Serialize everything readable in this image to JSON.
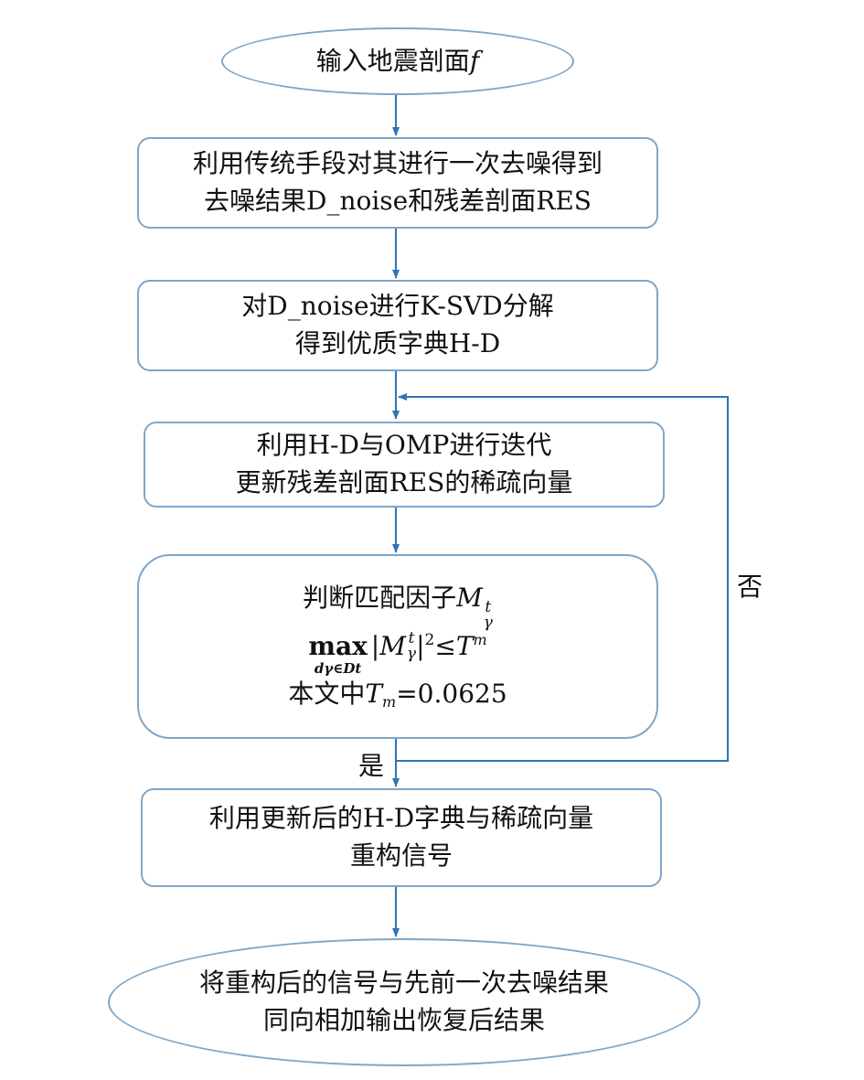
{
  "nodes": {
    "start": {
      "lines": [
        "输入地震剖面"
      ],
      "var": "f"
    },
    "step1": {
      "lines": [
        "利用传统手段对其进行一次去噪得到",
        "去噪结果D_noise和残差剖面RES"
      ]
    },
    "step2": {
      "lines": [
        "对D_noise进行K-SVD分解",
        "得到优质字典H-D"
      ]
    },
    "step3": {
      "lines": [
        "利用H-D与OMP进行迭代",
        "更新残差剖面RES的稀疏向量"
      ]
    },
    "decision": {
      "line1": "判断匹配因子",
      "M": "M",
      "t": "t",
      "gamma": "γ",
      "max": "max",
      "max_sub": "dγ∈Dt",
      "abs_open": "|",
      "abs_close": "|",
      "sq": "2",
      "leq": "≤",
      "T": "T",
      "m": "m",
      "line3_prefix": "本文中",
      "line3_value": "=0.0625"
    },
    "step4": {
      "lines": [
        "利用更新后的H-D字典与稀疏向量",
        "重构信号"
      ]
    },
    "end": {
      "lines": [
        "将重构后的信号与先前一次去噪结果",
        "同向相加输出恢复后结果"
      ]
    }
  },
  "edges": {
    "yes_label": "是",
    "no_label": "否"
  },
  "colors": {
    "border": "#7fa6c7",
    "arrow": "#2e75b6",
    "text": "#111111"
  }
}
